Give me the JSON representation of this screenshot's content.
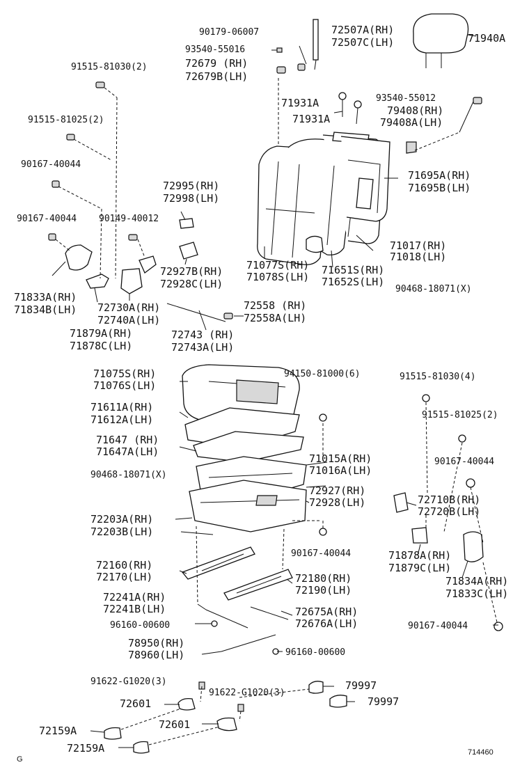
{
  "labels": {
    "l01": "90179-06007",
    "l02": "72507A(RH)",
    "l03": "72507C(LH)",
    "l04": "71940A",
    "l05": "93540-55016",
    "l06": "72679 (RH)",
    "l07": "72679B(LH)",
    "l08": "91515-81030(2)",
    "l09": "71931A",
    "l10": "71931A",
    "l11": "93540-55012",
    "l12": "79408(RH)",
    "l13": "79408A(LH)",
    "l14": "91515-81025(2)",
    "l15": "90167-40044",
    "l16": "71695A(RH)",
    "l17": "71695B(LH)",
    "l18": "72995(RH)",
    "l19": "72998(LH)",
    "l20": "90167-40044",
    "l21": "90149-40012",
    "l22": "71017(RH)",
    "l23": "71018(LH)",
    "l24": "71077S(RH)",
    "l25": "71078S(LH)",
    "l26": "71651S(RH)",
    "l27": "71652S(LH)",
    "l28": "72927B(RH)",
    "l29": "72928C(LH)",
    "l30": "90468-18071(X)",
    "l31": "71833A(RH)",
    "l32": "71834B(LH)",
    "l33": "72730A(RH)",
    "l34": "72740A(LH)",
    "l35": "72558 (RH)",
    "l36": "72558A(LH)",
    "l37": "71879A(RH)",
    "l38": "71878C(LH)",
    "l39": "72743 (RH)",
    "l40": "72743A(LH)",
    "l41": "71075S(RH)",
    "l42": "71076S(LH)",
    "l43": "94150-81000(6)",
    "l44": "91515-81030(4)",
    "l45": "71611A(RH)",
    "l46": "71612A(LH)",
    "l47": "91515-81025(2)",
    "l48": "71647 (RH)",
    "l49": "71647A(LH)",
    "l50": "71015A(RH)",
    "l51": "71016A(LH)",
    "l52": "90167-40044",
    "l53": "90468-18071(X)",
    "l54": "72927(RH)",
    "l55": "72928(LH)",
    "l56": "72710B(RH)",
    "l57": "72720B(LH)",
    "l58": "72203A(RH)",
    "l59": "72203B(LH)",
    "l60": "90167-40044",
    "l61": "71878A(RH)",
    "l62": "71879C(LH)",
    "l63": "72160(RH)",
    "l64": "72170(LH)",
    "l65": "72180(RH)",
    "l66": "72190(LH)",
    "l67": "71834A(RH)",
    "l68": "71833C(LH)",
    "l69": "72241A(RH)",
    "l70": "72241B(LH)",
    "l71": "72675A(RH)",
    "l72": "72676A(LH)",
    "l73": "96160-00600",
    "l74": "90167-40044",
    "l75": "78950(RH)",
    "l76": "78960(LH)",
    "l77": "96160-00600",
    "l78": "91622-G1020(3)",
    "l79": "79997",
    "l80": "91622-G1020(3)",
    "l81": "79997",
    "l82": "72601",
    "l83": "72601",
    "l84": "72159A",
    "l85": "72159A",
    "l86": "G",
    "l87": "714460"
  }
}
